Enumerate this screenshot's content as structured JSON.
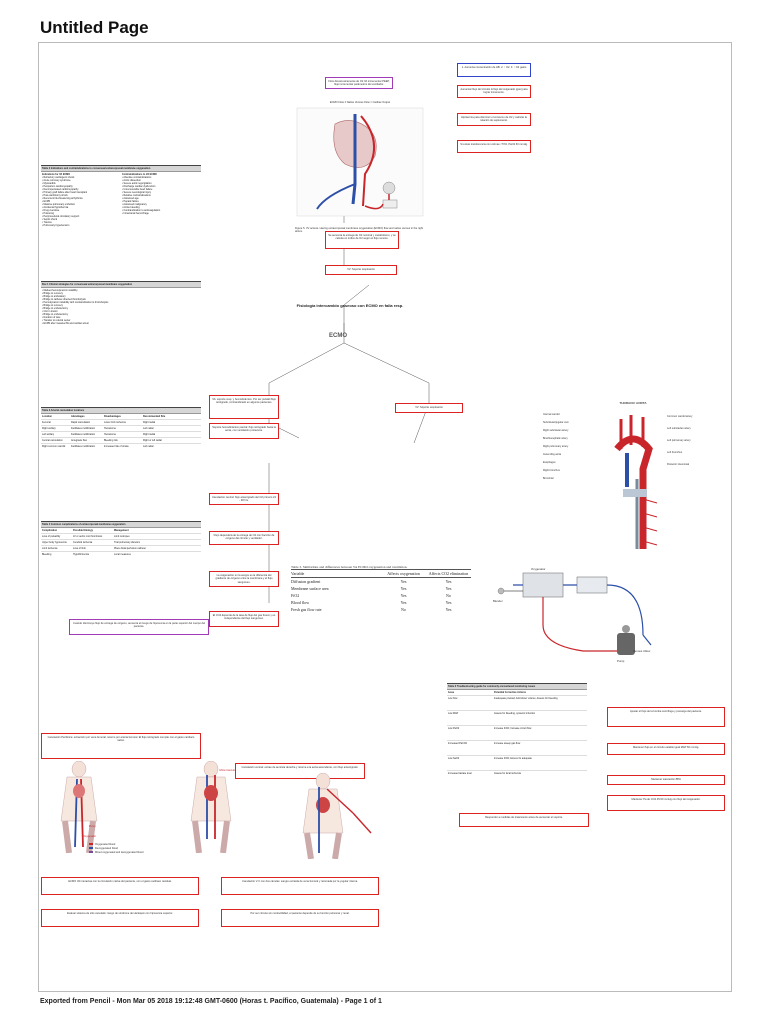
{
  "page": {
    "title": "Untitled Page"
  },
  "footer": {
    "text": "Exported from Pencil - Mon Mar 05 2018 19:12:48 GMT-0600 (Horas t. Pacífico, Guatemala) - Page 1 of 1"
  },
  "center": {
    "title": "Fisiología intercambio gaseoso con ECMO en falla resp.",
    "ecmo_label": "ECMO",
    "branch_left": "Veno Arterial",
    "branch_right": "Veno Venoso"
  },
  "figure": {
    "header": "ECMO Flow ± Native Venous Flow = Cardiac Output",
    "caption": "Figure 5. VV access. Having extracorporeal membrane oxygenation (ECMO) flow and native venous in the right atrium."
  },
  "aorta": {
    "title": "THORACIC AORTA",
    "left_labels": [
      "Internal carotid",
      "Subclavian/jugular vein",
      "Right subclavian artery",
      "Brachiocephalic artery",
      "Right pulmonary artery",
      "Ascending aorta",
      "Esophagus",
      "Right bronchus",
      "Bronchial"
    ],
    "right_labels": [
      "Common carotid artery",
      "Left subclavian artery",
      "Left pulmonary artery",
      "Left bronchus",
      "Posterior intercostal"
    ]
  },
  "table_sim": {
    "title": "Table 3. Similarities and differences between VA ECMO oxygenation and ventilation.",
    "headers": [
      "Variable",
      "Affects oxygenation",
      "Affects CO2 elimination"
    ],
    "rows": [
      [
        "Diffusion gradient",
        "Yes",
        "Yes"
      ],
      [
        "Membrane surface area",
        "Yes",
        "Yes"
      ],
      [
        "FiO2",
        "Yes",
        "No"
      ],
      [
        "Blood flow",
        "Yes",
        "Yes"
      ],
      [
        "Fresh gas flow rate",
        "No",
        "Yes"
      ]
    ]
  },
  "table2": {
    "head": "Table 2  Indications and contraindications to consensual extracorporeal membrane oxygenation",
    "col_a": "Indications for VA ECMO",
    "col_b": "Contraindications to VA ECMO",
    "lines_a": [
      "Refractory cardiogenic shock",
      "Acute coronary syndrome",
      "Myocarditis",
      "Peripartum cardiomyopathy",
      "Decompensated cardiomyopathy",
      "Primary graft failure after heart transplant",
      "Post-cardiotomy shock",
      "Recurrent life-threatening arrhythmia",
      "ECPR",
      "Massive pulmonary embolism",
      "Accidental hypothermia",
      "Drug overdose",
      "Poisoning",
      "Periprocedural circulatory support",
      "Septic shock",
      "Trauma",
      "Pulmonary hypertension"
    ],
    "lines_b": [
      "Absolute contraindications",
      "Aortic dissection",
      "Severe aortic regurgitation",
      "Discharge cardiac dysfunction",
      "Unrecoverable heart failure",
      "Severe neurological injury",
      "Relative contraindications",
      "Advanced age",
      "Hepatic failure",
      "Advanced malignancy",
      "Active bleeding",
      "Contraindication to anticoagulation",
      "Intracranial hemorrhage"
    ]
  },
  "table1": {
    "head": "Box 1  Clinical strategies for consensual extracorporeal membrane oxygenation",
    "lines": [
      "Marked hemodynamic instability",
      "Bridge to recovery",
      "Bridge to ambulatory",
      "Bridge to catheter-directed thrombolysis",
      "Hemodynamic instability with contraindication to thrombolysis",
      "Bridge to recovery",
      "Bridge to embolectomy",
      "Clot in transit",
      "Bridge to embolectomy",
      "Duration of care",
      "Transfer to referral center",
      "ECPR after massive PE and cardiac arrest"
    ]
  },
  "table3": {
    "head": "Table 3  Arterial cannulation locations",
    "headers": [
      "Location",
      "Advantages",
      "Disadvantages",
      "Recommended Site"
    ],
    "rows": [
      [
        "Femoral",
        "Rapid cannulation",
        "Lower limb ischemia",
        "Right radial"
      ],
      [
        "Right axillary",
        "Facilitates mobilization",
        "Hematoma",
        "Left radial"
      ],
      [
        "Left axillary",
        "Facilitates mobilization",
        "Hematoma",
        "Right radial"
      ],
      [
        "Central cannulation",
        "Antegrade flow",
        "Bleeding risk",
        "Right or left radial"
      ],
      [
        "Right common carotid",
        "Facilitates mobilization",
        "Increased risk of stroke",
        "Left radial"
      ]
    ]
  },
  "table4": {
    "head": "Table 4  Common complications of extracorporeal membrane oxygenation",
    "headers": [
      "Complication",
      "Possible Etiology",
      "Management"
    ],
    "rows": [
      [
        "Loss of pulsatility",
        "LV or aortic root thrombosis",
        "Limit inotropes"
      ],
      [
        "Upper body hypoxemia",
        "Cerebral ischemia",
        "Trial pulmonary diuretics"
      ],
      [
        "Limb ischemia",
        "Loss of limb",
        "Place distal perfusion catheter"
      ],
      [
        "Bleeding",
        "Hypofibrinemia",
        "Local measures"
      ]
    ]
  },
  "table6": {
    "head": "Table 6  Troubleshooting guide for commonly encountered monitoring issues",
    "col_a": "Issue",
    "col_b": "Potential Corrective Actions",
    "rows": [
      [
        "Low flow",
        "Inadequate preload; Administer volume; Assess for bleeding"
      ],
      [
        "Low MAP",
        "Assess for bleeding, systemic infection"
      ],
      [
        "Low PaO2",
        "Increase FiO2; Increase circuit flow"
      ],
      [
        "Increased PaCO2",
        "Increase sweep gas flow"
      ],
      [
        "Low SaO2",
        "Increase FiO2; Ensure Fs adequate"
      ],
      [
        "Increased lactate level",
        "Assess for local ischemia"
      ]
    ]
  },
  "body": {
    "legend": [
      "Oxygenated blood",
      "Deoxygenated blood",
      "Mixed oxygenated and deoxygenated blood"
    ],
    "labels": [
      "Inflow Cannula",
      "Outflow Cannula",
      "Pump",
      "Oxygenator"
    ]
  },
  "circuit": {
    "labels": [
      "Oxygenator",
      "Pump",
      "Blender",
      "Venous inflow"
    ]
  },
  "notes": {
    "n1": "1. Aumenta concentración de HB. 2. ↑ O2. 3. ↑ O2 gasto",
    "n2": "Flow dioxanoxicamente de O2 VA incrementar PEEP, flujo incrementar parámetros del ventilador.",
    "n3": "Aumentar flujo del circuito & flujo del oxigenado (gas) para lograr incremento.",
    "n4": "Hipotermia para disminuir el consumo de O2 y calcular la relación de suplemento.",
    "n5": "Si existe transferencia con colmas <70%, PaO2 60 mmHg.",
    "n6": "Se aumenta la entrega de O2 nominal y metabolismo, y se calcula un índice de O2 según el flujo venoso.",
    "n7": "VV: Soporte respiratorio",
    "n8": "VA: soporte resp. y hemodinámico. Por ser pulsátil flujo retrógrado, contraindicado en algunos pacientes.",
    "n9": "VV: Soporte respiratorio",
    "n10": "Soporte hemodinámico parcial: flujo retrógrado hacia la aorta, con ventilación protectora.",
    "n11": "Canulación central: flujo anterógrado del O2 primero 24 - 48 hrs.",
    "n12": "Flujo dependerá de la entrega de O2 con fracción de oxígeno del circuito y ventilador.",
    "n13": "La oxigenación en la sangre es la diferencia del gradiente de oxígeno entre la membrana y el flujo sanguíneo.",
    "n14": "El CO2 depende de la tasa de flujo del gas fresco y es independiente del flujo sanguíneo.",
    "n15": "Cuando disminuye flujo de entrega de oxígeno, aumenta el riesgo de hipoxemia en la parte superior del cuerpo del paciente.",
    "n16": "Canulación Periférica: extracción por vena femoral, retorno por arteria femoral. El flujo retrógrado compite con el gasto cardíaco nativo.",
    "n17": "Canulación central: extrae de aurícula derecha y retorna a la aorta ascendente, con flujo anterógrado.",
    "n18": "ECMO VA interactúa con la circulación nativa del paciente, con el gasto cardíaco residual.",
    "n19": "Canulación V-V con dos cánulas: sangre extraída de vena femoral y retornada por la yugular interna.",
    "n20": "Evaluar sistema de sitio canulado: riesgo de síndrome de Harlequin con hipoxemia superior.",
    "n21": "Por ser circuito sin contractilidad, el paciente depende de su función pulmonar y renal.",
    "n22": "Ajustar el flujo de la bomba centrífuga y precarga del paciente.",
    "n23": "Mantener flujo en el circuito estable igual MAP 60 mmHg.",
    "n24": "Mantener saturación 88%",
    "n25": "Mantener Pa de CO2 45-50 mmHg con flujo del oxigenador.",
    "n26": "Responder a medidas de tratamiento antes de aumentar el soporte."
  },
  "colors": {
    "note_border": "#dd2222",
    "purple_border": "#a23bb8",
    "oxygenated": "#c8262b",
    "deoxygenated": "#2c4fa8",
    "table_head": "#d6d6d6"
  }
}
